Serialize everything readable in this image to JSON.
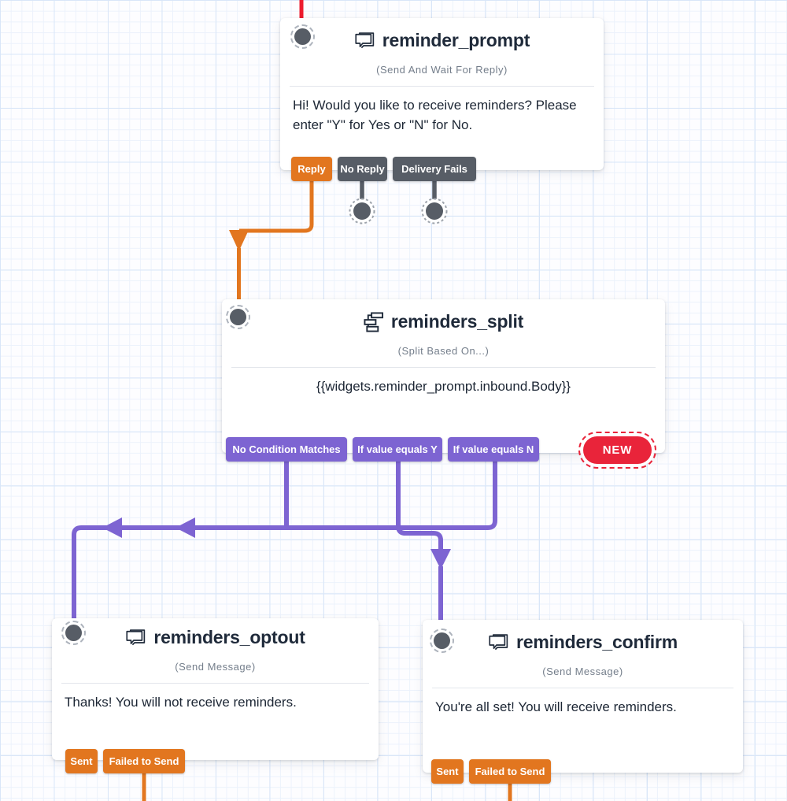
{
  "colors": {
    "orange": "#e2761f",
    "gray": "#575d66",
    "purple": "#7d64d2",
    "red_badge": "#e9243a",
    "red_line": "#ed1c2e",
    "title_navy": "#1f2a3a"
  },
  "widgets": [
    {
      "name": "reminder_prompt",
      "type_label": "(Send And Wait For Reply)",
      "icon": "chat-bubbles-icon",
      "body": "Hi! Would you like to receive reminders? Please enter \"Y\" for Yes or \"N\" for No.",
      "transitions": [
        {
          "label": "Reply"
        },
        {
          "label": "No Reply"
        },
        {
          "label": "Delivery Fails"
        }
      ]
    },
    {
      "name": "reminders_split",
      "type_label": "(Split Based On...)",
      "icon": "split-icon",
      "body": "{{widgets.reminder_prompt.inbound.Body}}",
      "transitions": [
        {
          "label": "No Condition Matches"
        },
        {
          "label": "If value equals Y"
        },
        {
          "label": "If value equals N"
        }
      ],
      "badge": "NEW"
    },
    {
      "name": "reminders_optout",
      "type_label": "(Send Message)",
      "icon": "chat-bubbles-icon",
      "body": "Thanks! You will not receive reminders.",
      "transitions": [
        {
          "label": "Sent"
        },
        {
          "label": "Failed to Send"
        }
      ]
    },
    {
      "name": "reminders_confirm",
      "type_label": "(Send Message)",
      "icon": "chat-bubbles-icon",
      "body": "You're all set! You will receive reminders.",
      "transitions": [
        {
          "label": "Sent"
        },
        {
          "label": "Failed to Send"
        }
      ]
    }
  ]
}
